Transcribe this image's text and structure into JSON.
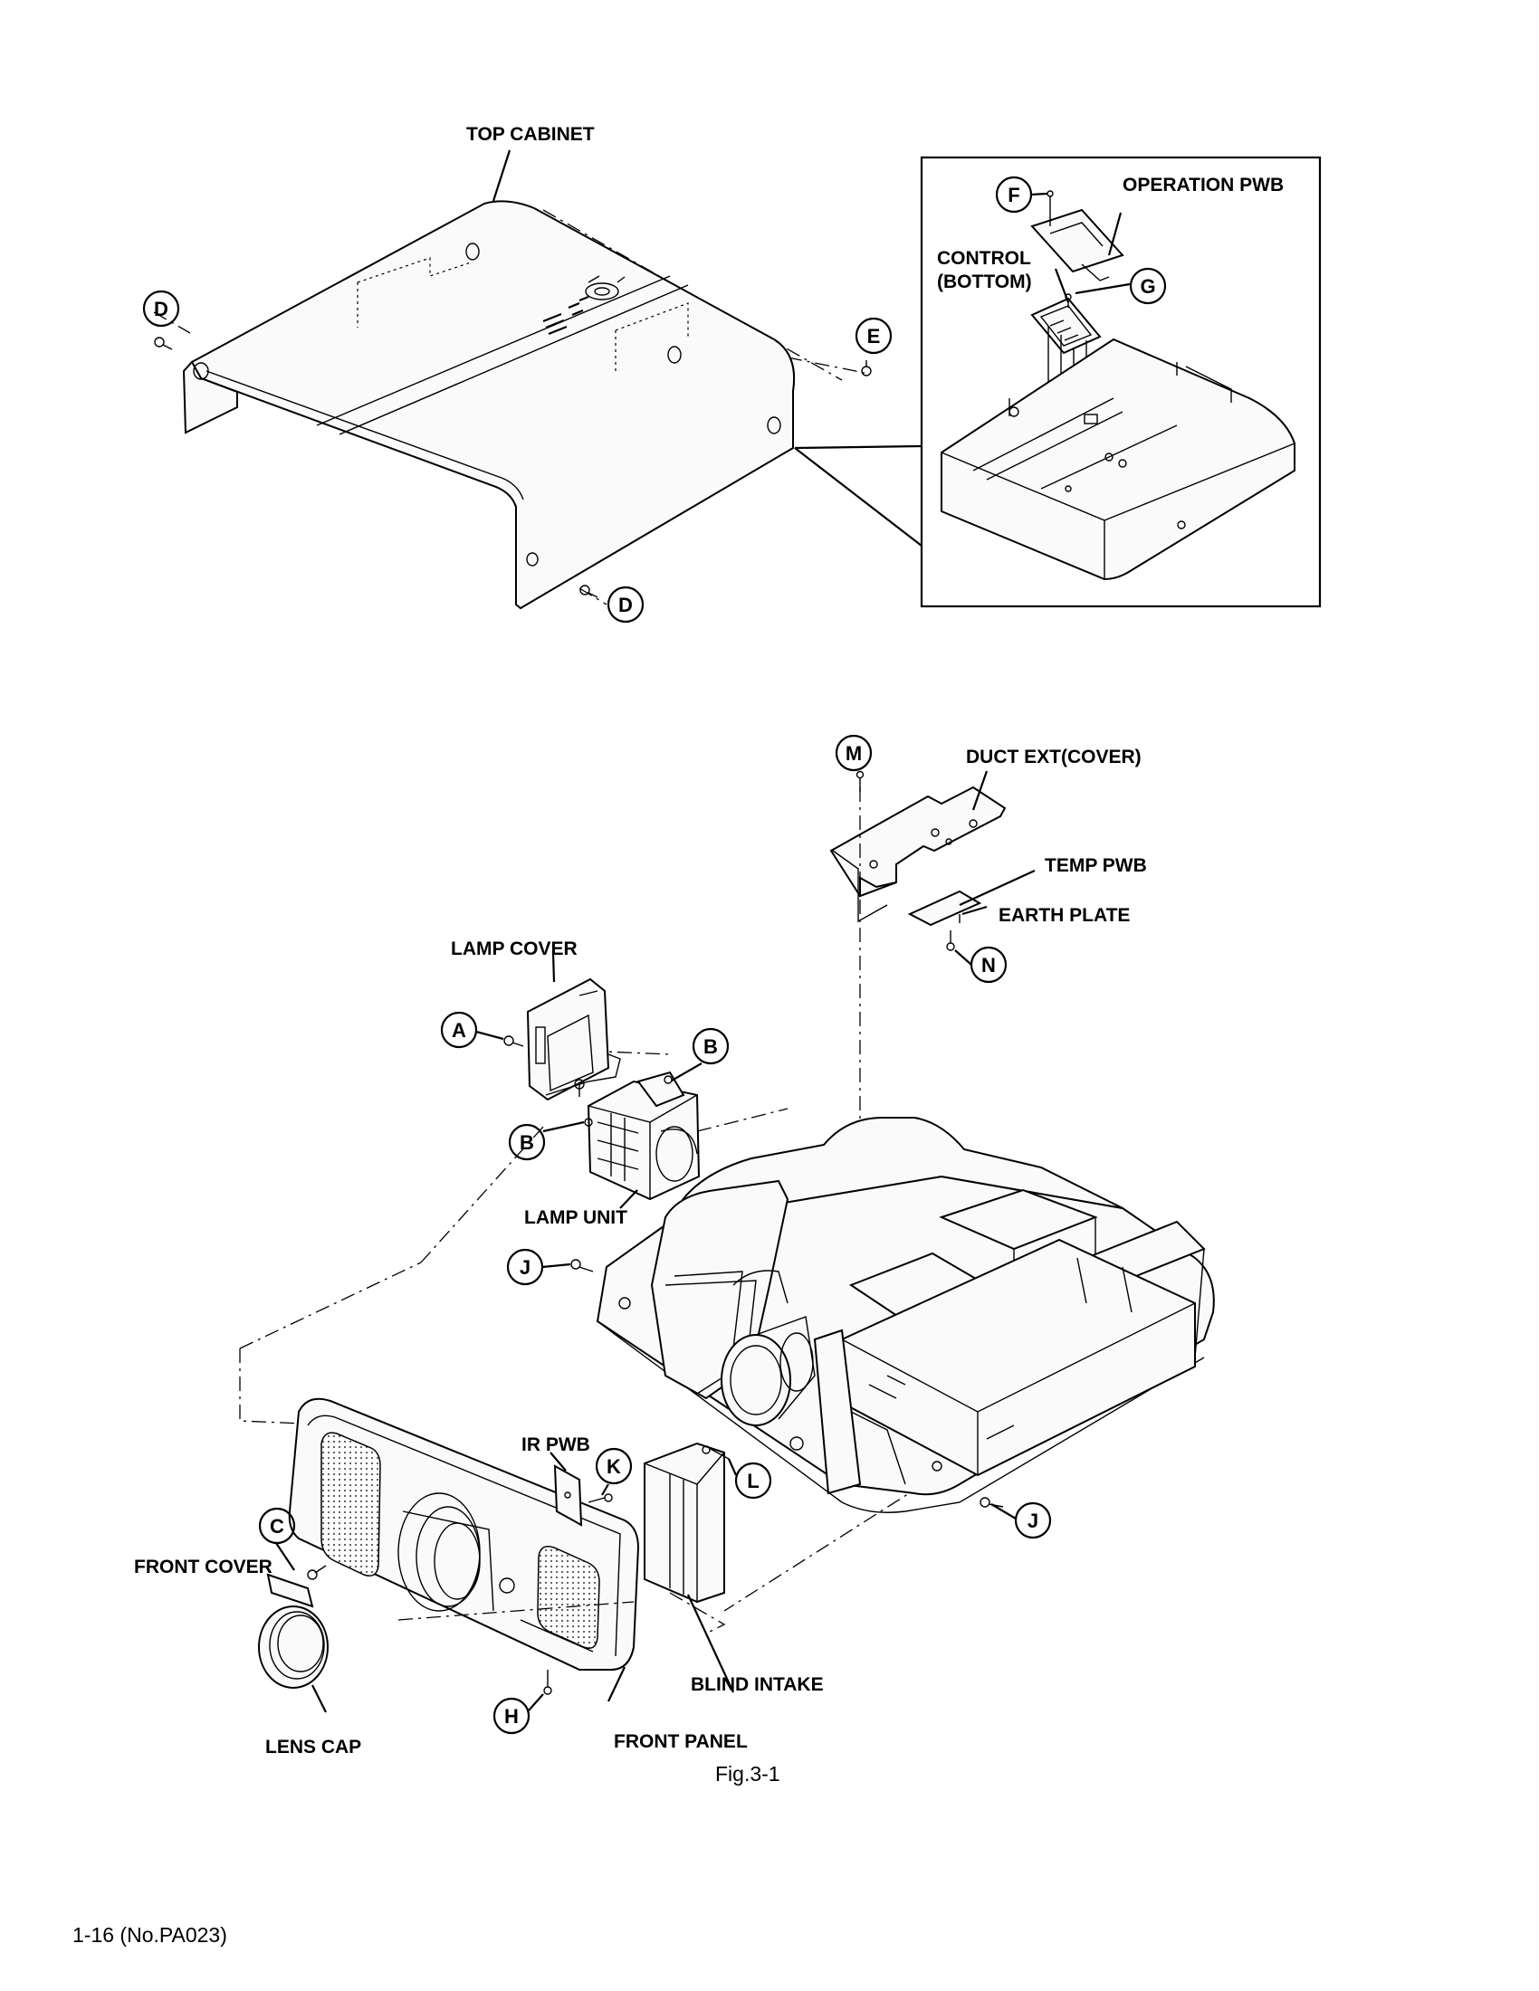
{
  "labels": {
    "top_cabinet": "TOP CABINET",
    "operation_pwb": "OPERATION PWB",
    "control_bottom_1": "CONTROL",
    "control_bottom_2": "(BOTTOM)",
    "duct_ext_cover": "DUCT EXT(COVER)",
    "temp_pwb": "TEMP PWB",
    "earth_plate": "EARTH PLATE",
    "lamp_cover": "LAMP COVER",
    "lamp_unit": "LAMP UNIT",
    "ir_pwb": "IR PWB",
    "front_cover": "FRONT COVER",
    "blind_intake": "BLIND INTAKE",
    "lens_cap": "LENS CAP",
    "front_panel": "FRONT PANEL"
  },
  "screws": {
    "d1": "D",
    "d2": "D",
    "e": "E",
    "f": "F",
    "g": "G",
    "m": "M",
    "n": "N",
    "a": "A",
    "b1": "B",
    "b2": "B",
    "j1": "J",
    "j2": "J",
    "k": "K",
    "l": "L",
    "c": "C",
    "h": "H"
  },
  "caption": "Fig.3-1",
  "footer": "1-16 (No.PA023)"
}
